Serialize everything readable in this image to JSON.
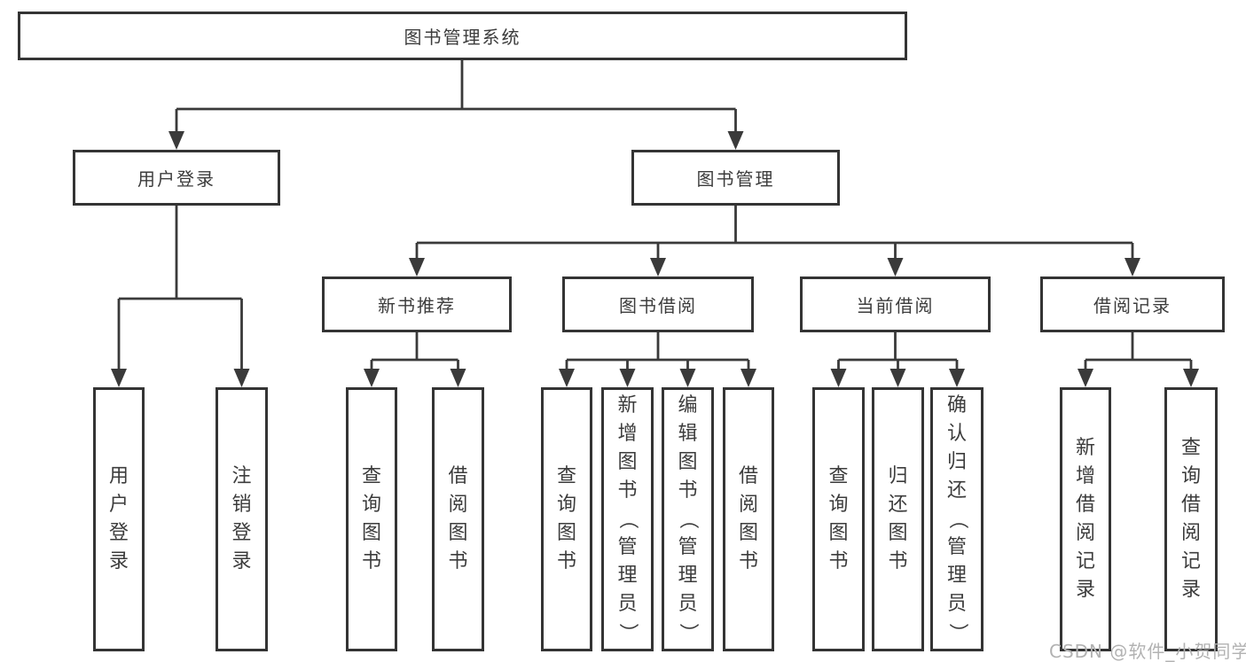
{
  "diagram": {
    "type": "tree",
    "root_label": "图书管理系统",
    "level2": [
      {
        "label": "用户登录",
        "parent": "图书管理系统"
      },
      {
        "label": "图书管理",
        "parent": "图书管理系统"
      }
    ],
    "level3": [
      {
        "label": "新书推荐",
        "parent": "图书管理"
      },
      {
        "label": "图书借阅",
        "parent": "图书管理"
      },
      {
        "label": "当前借阅",
        "parent": "图书管理"
      },
      {
        "label": "借阅记录",
        "parent": "图书管理"
      }
    ],
    "leaves": [
      {
        "label": "用户登录",
        "parent": "用户登录"
      },
      {
        "label": "注销登录",
        "parent": "用户登录"
      },
      {
        "label": "查询图书",
        "parent": "新书推荐"
      },
      {
        "label": "借阅图书",
        "parent": "新书推荐"
      },
      {
        "label": "查询图书",
        "parent": "图书借阅"
      },
      {
        "label": "新增图书（管理员）",
        "parent": "图书借阅"
      },
      {
        "label": "编辑图书（管理员）",
        "parent": "图书借阅"
      },
      {
        "label": "借阅图书",
        "parent": "图书借阅"
      },
      {
        "label": "查询图书",
        "parent": "当前借阅"
      },
      {
        "label": "归还图书",
        "parent": "当前借阅"
      },
      {
        "label": "确认归还（管理员）",
        "parent": "当前借阅"
      },
      {
        "label": "新增借阅记录",
        "parent": "借阅记录"
      },
      {
        "label": "查询借阅记录",
        "parent": "借阅记录"
      }
    ]
  },
  "watermark": {
    "text": "CSDN @软件_小贺同学"
  },
  "colors": {
    "line": "#3a3a3a",
    "box_border": "#343434",
    "text": "#3c3c3c",
    "background": "#ffffff",
    "watermark": "#b2b2b2"
  }
}
